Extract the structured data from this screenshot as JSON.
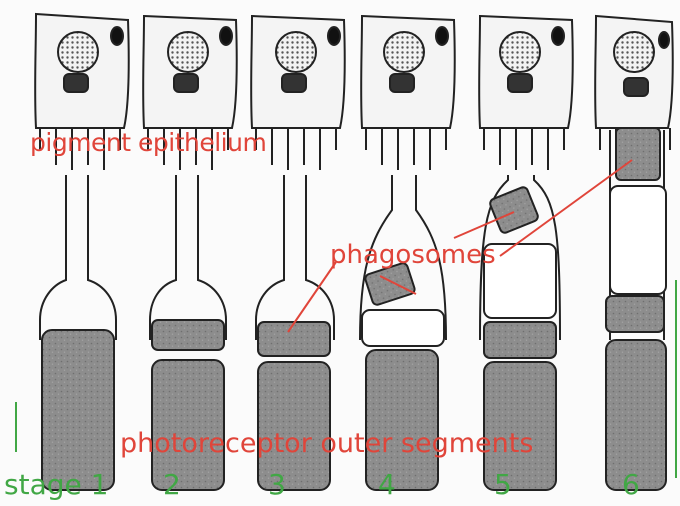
{
  "labels": {
    "pigment_epithelium": "pigment epithelium",
    "phagosomes": "phagosomes",
    "outer_segments": "photoreceptor outer segments"
  },
  "stages": [
    "stage 1",
    "2",
    "3",
    "4",
    "5",
    "6"
  ],
  "colors": {
    "annotation_red": "#e0453a",
    "stage_green": "#41a745",
    "cell_outline": "#222222",
    "segment_fill": "#8a8a8a"
  }
}
